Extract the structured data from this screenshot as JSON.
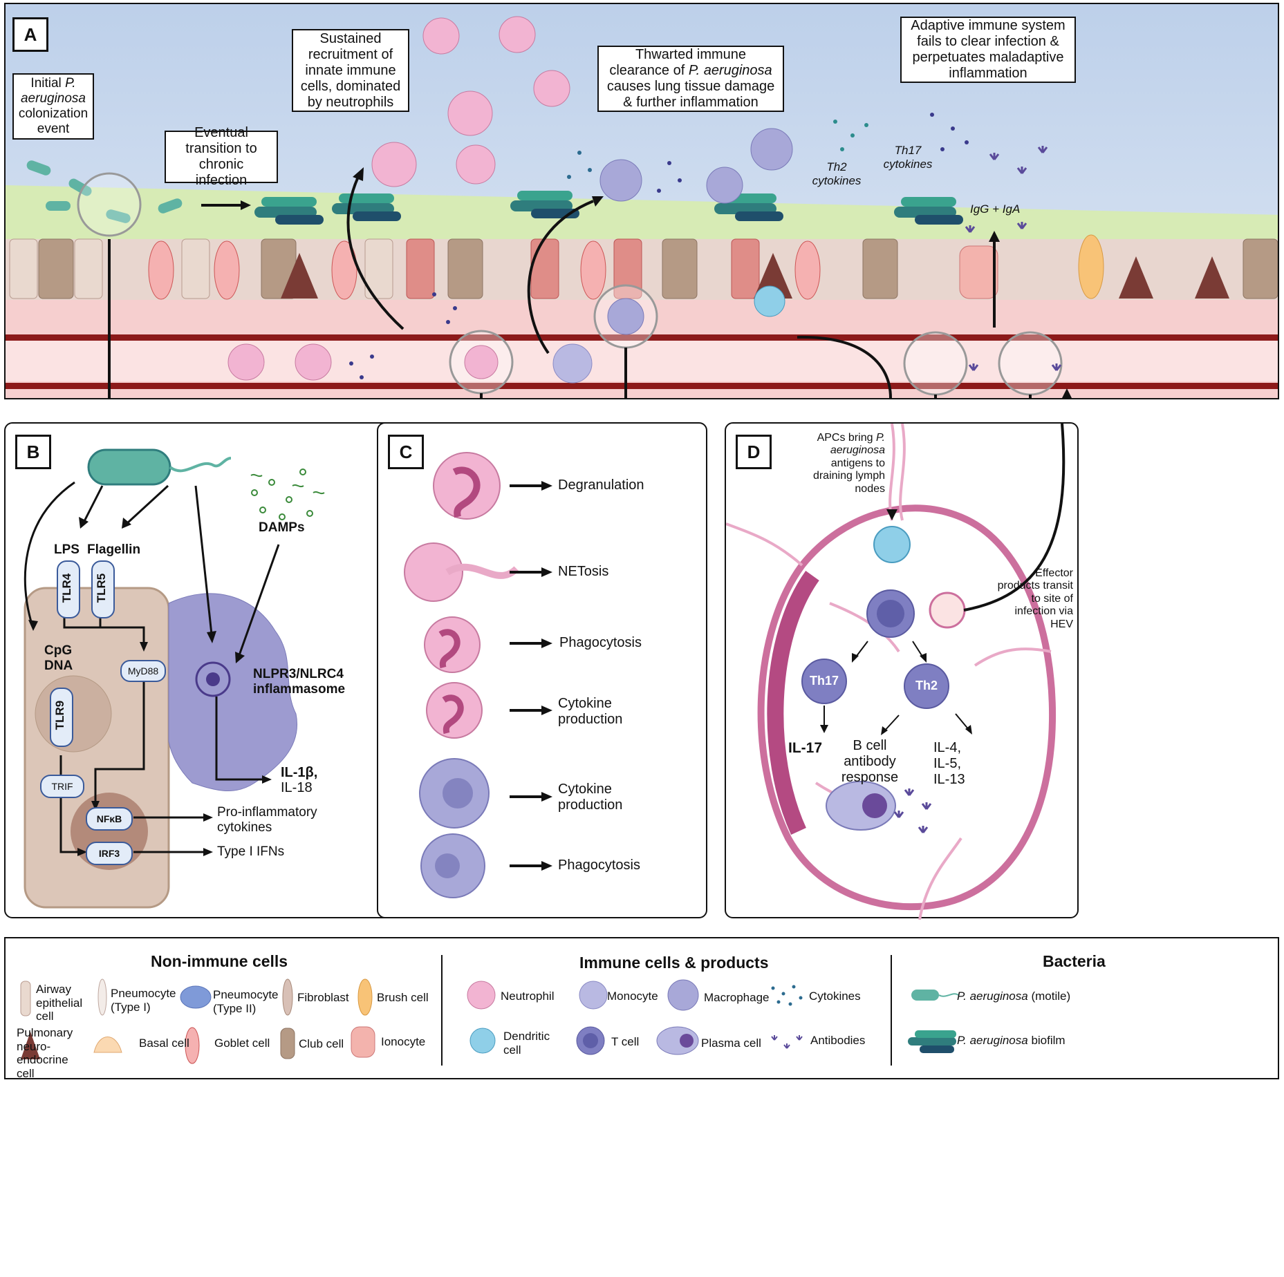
{
  "panelA": {
    "letter": "A",
    "box_initial": {
      "pre": "Initial ",
      "italic": "P. aeruginosa",
      "post": " colonization event"
    },
    "box_transition": "Eventual transition to chronic infection",
    "box_recruit": "Sustained recruitment of innate immune cells, dominated by neutrophils",
    "box_thwart": {
      "pre": "Thwarted immune clearance of ",
      "italic": "P. aeruginosa",
      "post": " causes lung tissue damage & further inflammation"
    },
    "box_adaptive": "Adaptive immune system fails to clear infection & perpetuates maladaptive inflammation",
    "th2_cytokines": "Th2 cytokines",
    "th17_cytokines": "Th17 cytokines",
    "igg_iga": "IgG + IgA"
  },
  "panelB": {
    "letter": "B",
    "lps": "LPS",
    "flagellin": "Flagellin",
    "tlr4": "TLR4",
    "tlr5": "TLR5",
    "cpg": "CpG DNA",
    "tlr9": "TLR9",
    "myd88": "MyD88",
    "trif": "TRIF",
    "nfkb": "NFκB",
    "irf3": "IRF3",
    "damps": "DAMPs",
    "inflammasome": "NLPR3/NLRC4 inflammasome",
    "il1b": "IL-1β,",
    "il18": "IL-18",
    "proinflammatory": "Pro-inflammatory cytokines",
    "type1": "Type I IFNs"
  },
  "panelC": {
    "letter": "C",
    "items": [
      "Degranulation",
      "NETosis",
      "Phagocytosis",
      "Cytokine production",
      "Cytokine production",
      "Phagocytosis"
    ]
  },
  "panelD": {
    "letter": "D",
    "apc": {
      "pre": "APCs bring ",
      "italic": "P. aeruginosa",
      "post": " antigens to draining lymph nodes"
    },
    "effector": "Effector products transit to site of infection via HEV",
    "th17": "Th17",
    "th2": "Th2",
    "il17": "IL-17",
    "bcell": "B cell antibody response",
    "il4": "IL-4, IL-5, IL-13"
  },
  "legend": {
    "non_immune_title": "Non-immune cells",
    "immune_title": "Immune cells & products",
    "bacteria_title": "Bacteria",
    "non_immune": [
      "Airway epithelial cell",
      "Pneumocyte (Type I)",
      "Pneumocyte (Type II)",
      "Fibroblast",
      "Brush cell",
      "Pulmonary neuro-endocrine cell",
      "Basal cell",
      "Goblet cell",
      "Club cell",
      "Ionocyte"
    ],
    "immune": [
      "Neutrophil",
      "Monocyte",
      "Macrophage",
      "Cytokines",
      "Dendritic cell",
      "T cell",
      "Plasma cell",
      "Antibodies"
    ],
    "bacteria": [
      {
        "italic": "P. aeruginosa",
        "post": " (motile)"
      },
      {
        "italic": "P. aeruginosa",
        "post": " biofilm"
      }
    ]
  },
  "colors": {
    "neutrophil": "#f2b4d2",
    "neutrophil_nucleus": "#b2497f",
    "macrophage": "#a8a8d8",
    "bacterium": "#5fb3a3",
    "vessel": "#8c1a1a",
    "sky": "#c9d9ee",
    "mucus": "#d9ecb8"
  }
}
